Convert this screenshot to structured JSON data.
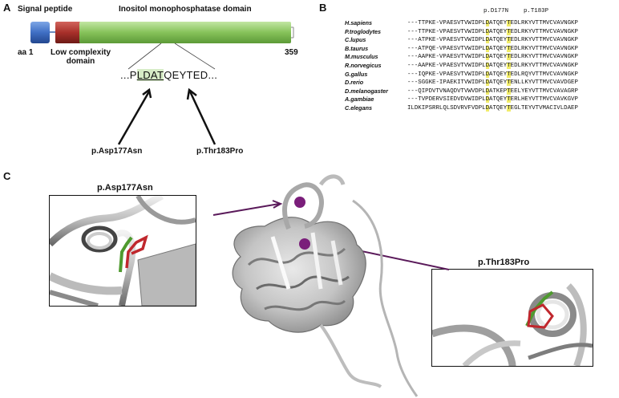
{
  "panel_a": {
    "letter": "A",
    "signal_peptide_label": "Signal peptide",
    "domain_label": "Inositol monophosphatase domain",
    "start_label": "aa 1",
    "low_complexity_label_line1": "Low complexity",
    "low_complexity_label_line2": "domain",
    "end_label": "359",
    "sequence_prefix": "...P",
    "sequence_boxed": "LDAT",
    "sequence_suffix": "QEYTED...",
    "mutation_1": "p.Asp177Asn",
    "mutation_2": "p.Thr183Pro",
    "colors": {
      "signal": "#3f6fc4",
      "low_complexity": "#a8302a",
      "domain": "#86c25a"
    }
  },
  "panel_b": {
    "letter": "B",
    "header_1": "p.D177N",
    "header_2": "p.T183P",
    "alignment": [
      {
        "species": "H.sapiens",
        "pre": "---TTPKE-VPAESVTVWIDPL",
        "d": "D",
        "mid": "ATQEY",
        "t": "T",
        "post": "EDLRKYVTTMVCVAVNGKP"
      },
      {
        "species": "P.troglodytes",
        "pre": "---TTPKE-VPAESVTVWIDPL",
        "d": "D",
        "mid": "ATQEY",
        "t": "T",
        "post": "EDLRKYVTTMVCVAVNGKP"
      },
      {
        "species": "C.lupus",
        "pre": "---ATPKE-VPAESVTVWIDPL",
        "d": "D",
        "mid": "ATQEY",
        "t": "T",
        "post": "EDLRKYVTTMVCVAVNGKP"
      },
      {
        "species": "B.taurus",
        "pre": "---ATPQE-VPAESVTVWIDPL",
        "d": "D",
        "mid": "ATQEY",
        "t": "T",
        "post": "EDLRKYVTTMVCVAVNGKP"
      },
      {
        "species": "M.musculus",
        "pre": "---AAPKE-VPAESVTVWIDPL",
        "d": "D",
        "mid": "ATQEY",
        "t": "T",
        "post": "EDLRKYVTTMVCVAVNGKP"
      },
      {
        "species": "R.norvegicus",
        "pre": "---AAPKE-VPAESVTVWIDPL",
        "d": "D",
        "mid": "ATQEY",
        "t": "T",
        "post": "EDLRKYVTTMVCVAVNGKP"
      },
      {
        "species": "G.gallus",
        "pre": "---IQPKE-VPAESVTVWIDPL",
        "d": "D",
        "mid": "ATQEY",
        "t": "T",
        "post": "EDLRQYVTTMVCVAVNGKP"
      },
      {
        "species": "D.rerio",
        "pre": "---SGGKE-IPAEKITVWIDPL",
        "d": "D",
        "mid": "ATQEY",
        "t": "T",
        "post": "ENLLKYVTTMVCVAVDGEP"
      },
      {
        "species": "D.melanogaster",
        "pre": "---QIPDVTVNAQDVTVWVDPL",
        "d": "D",
        "mid": "ATKEP",
        "t": "T",
        "post": "EELYEYVTTMVCVAVAGRP"
      },
      {
        "species": "A.gambiae",
        "pre": "---TVPDERVSIEDVDVWIDPL",
        "d": "D",
        "mid": "ATQEY",
        "t": "T",
        "post": "ERLHEYVTTMVCVAVKGVP"
      },
      {
        "species": "C.elegans",
        "pre": "ILDKIPSRRLQLSDVRVFVDPL",
        "d": "D",
        "mid": "ATQEY",
        "t": "T",
        "post": "EGLTEYVTVMACIVLDAEP"
      }
    ]
  },
  "panel_c": {
    "letter": "C",
    "inset_1_title": "p.Asp177Asn",
    "inset_2_title": "p.Thr183Pro",
    "colors": {
      "wild_type": "#4e9a2e",
      "mutant": "#c0272d",
      "marker": "#7a1e7a"
    }
  }
}
